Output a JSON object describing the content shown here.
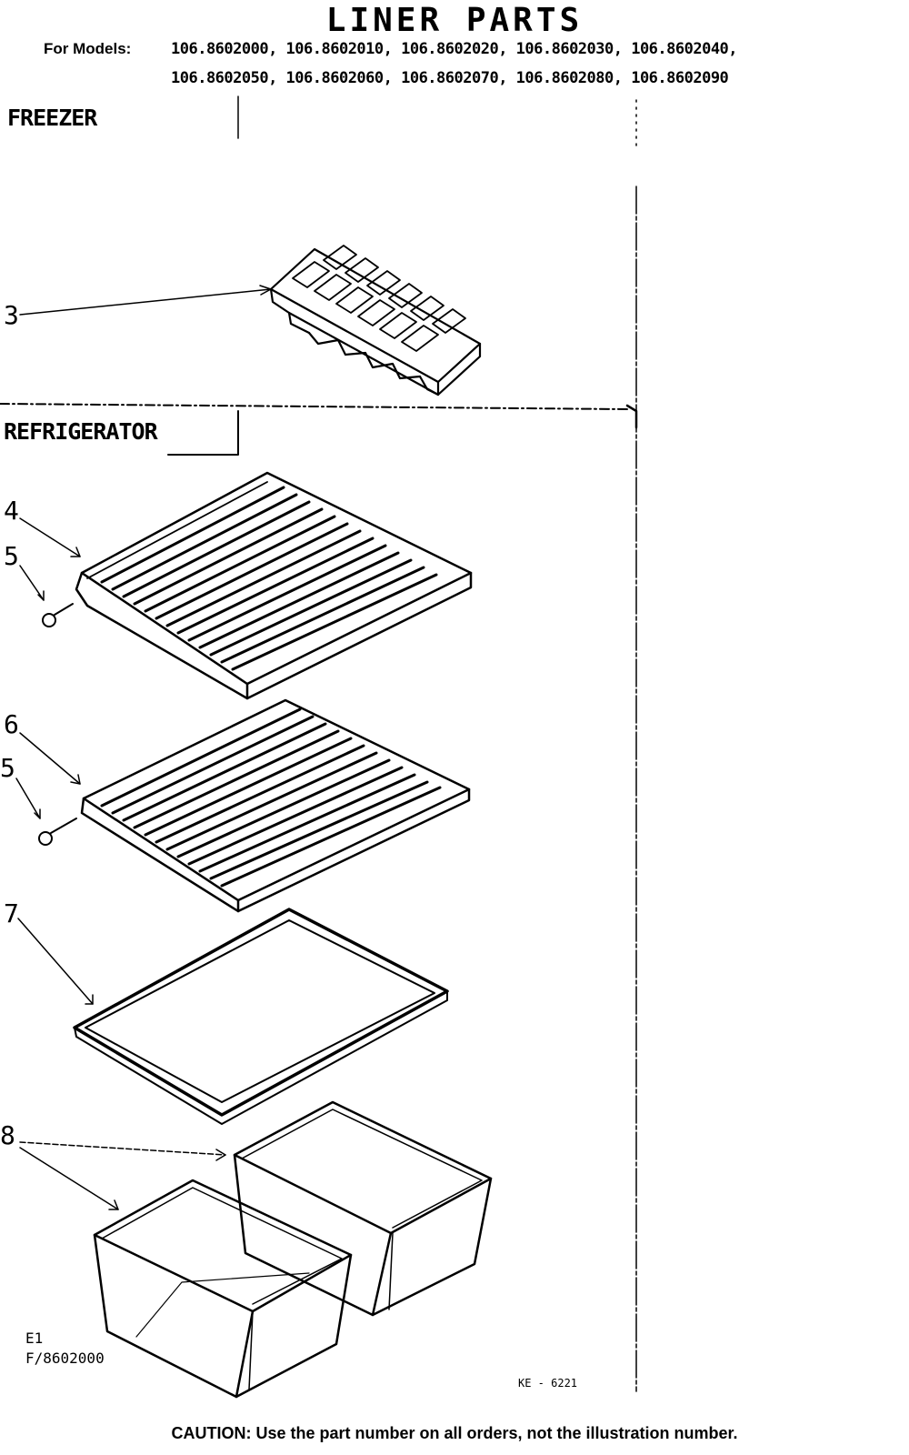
{
  "title": "LINER PARTS",
  "models_label": "For Models:",
  "models_line1": "106.8602000, 106.8602010, 106.8602020, 106.8602030, 106.8602040,",
  "models_line2": "106.8602050, 106.8602060, 106.8602070, 106.8602080, 106.8602090",
  "sections": {
    "freezer": "FREEZER",
    "refrigerator": "REFRIGERATOR"
  },
  "callouts": {
    "c3": "3",
    "c4": "4",
    "c5a": "5",
    "c6": "6",
    "c5b": "5",
    "c7": "7",
    "c8": "8"
  },
  "drawing_code_1": "E1",
  "drawing_code_2": "F/8602000",
  "footer_code": "KE - 6221",
  "caution": "CAUTION: Use the part number on all orders, not the illustration number."
}
